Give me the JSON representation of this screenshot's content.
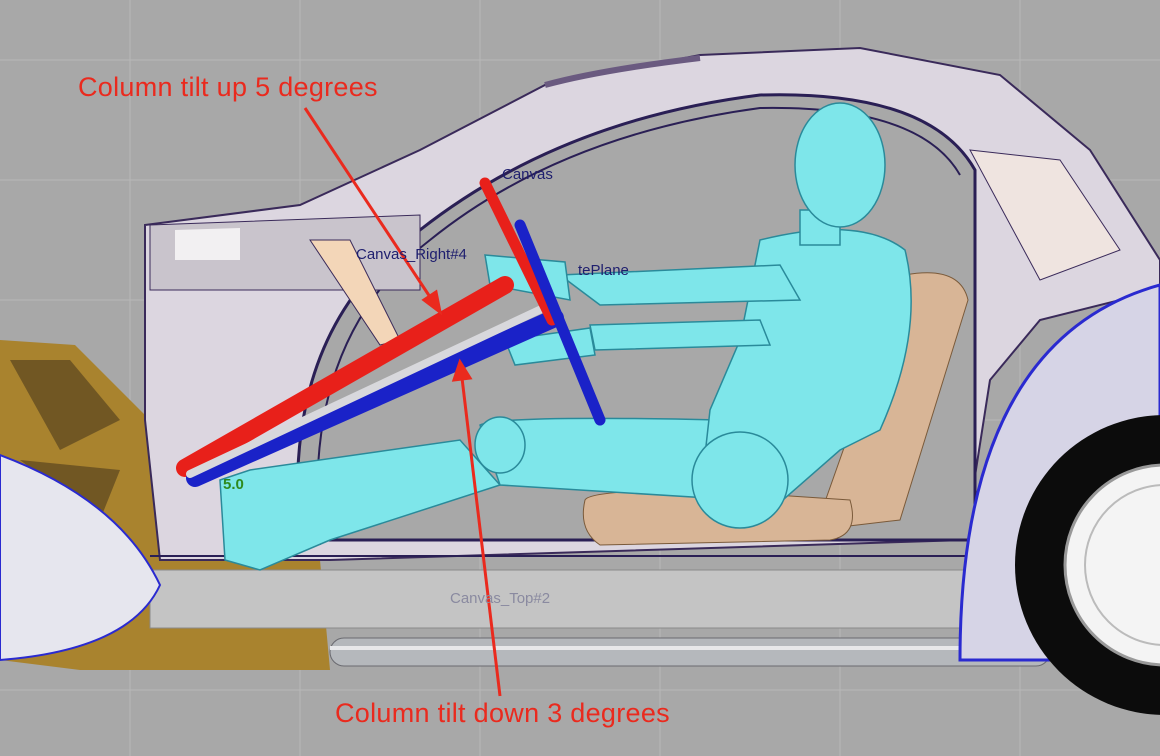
{
  "annotations": {
    "tilt_up": "Column tilt up 5 degrees",
    "tilt_down": "Column tilt down 3 degrees"
  },
  "cad_labels": {
    "canvas": "Canvas",
    "canvas_right": "Canvas_Right#4",
    "plane": "tePlane",
    "canvas_top": "Canvas_Top#2",
    "dimension": "5.0"
  },
  "colors": {
    "annotation": "#ea2a1e",
    "column_up": "#e8201a",
    "column_down": "#1a22c8",
    "mannequin": "#7ee6ea",
    "seat": "#d8b596",
    "background": "#a8a8a8"
  }
}
